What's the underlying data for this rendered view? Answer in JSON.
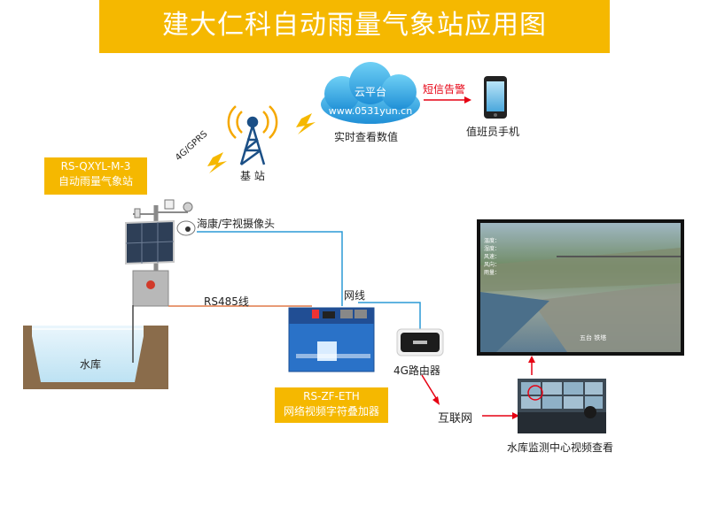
{
  "title": "建大仁科自动雨量气象站应用图",
  "cloud": {
    "name": "云平台",
    "url": "www.0531yun.cn",
    "caption": "实时查看数值"
  },
  "alarm_label": "短信告警",
  "phone_label": "值班员手机",
  "tower_label": "基 站",
  "gprs_label": "4G/GPRS",
  "station": {
    "model": "RS-QXYL-M-3",
    "name": "自动雨量气象站"
  },
  "camera_label": "海康/宇视摄像头",
  "rs485_label": "RS485线",
  "netline_label": "网线",
  "reservoir_label": "水库",
  "router_label": "4G路由器",
  "internet_label": "互联网",
  "encoder": {
    "model": "RS-ZF-ETH",
    "name": "网络视频字符叠加器"
  },
  "monitor_label": "水库监测中心视频查看",
  "video_overlay": [
    "温度：",
    "湿度：",
    "风速：",
    "风向：",
    "雨量："
  ],
  "video_watermark": "五台 铁塔"
}
